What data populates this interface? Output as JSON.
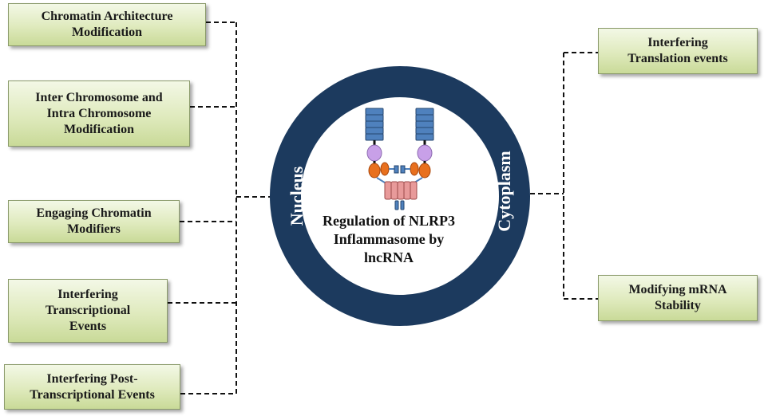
{
  "center": {
    "title_lines": [
      "Regulation of NLRP3",
      "Inflammasome by",
      "lncRNA"
    ]
  },
  "ring": {
    "left_label": "Nucleus",
    "right_label": "Cytoplasm",
    "color": "#1c3a5e"
  },
  "left_boxes": [
    {
      "lines": [
        "Chromatin Architecture",
        "Modification"
      ]
    },
    {
      "lines": [
        "Inter Chromosome and",
        "Intra Chromosome",
        "Modification"
      ]
    },
    {
      "lines": [
        "Engaging Chromatin",
        "Modifiers"
      ]
    },
    {
      "lines": [
        "Interfering",
        "Transcriptional",
        "Events"
      ]
    },
    {
      "lines": [
        "Interfering Post-",
        "Transcriptional Events"
      ]
    }
  ],
  "right_boxes": [
    {
      "lines": [
        "Interfering",
        "Translation events"
      ]
    },
    {
      "lines": [
        "Modifying mRNA",
        "Stability"
      ]
    }
  ],
  "colors": {
    "box_fill": "#dfeabd",
    "connector": "#111111",
    "domain_blue": "#4f81bd",
    "domain_purple": "#c8a0e8",
    "domain_orange": "#e8701e",
    "domain_pink": "#e89a9a"
  }
}
